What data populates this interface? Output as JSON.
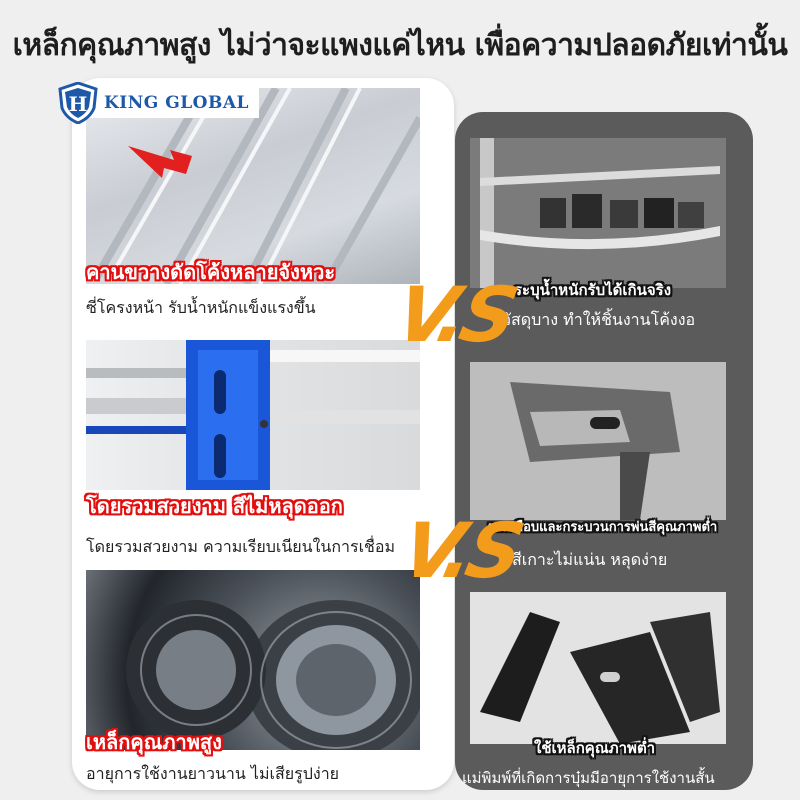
{
  "headline": "เหล็กคุณภาพสูง ไม่ว่าจะแพงแค่ไหน เพื่อความปลอดภัยเท่านั้น",
  "logo": {
    "text": "KING GLOBAL",
    "letter": "H",
    "color": "#1d59a8"
  },
  "vs_text": "V.S",
  "left_items": [
    {
      "title": "คานขวางดัดโค้งหลายจังหวะ",
      "subtitle": "ซี่โครงหน้า รับน้ำหนักแข็งแรงขึ้น"
    },
    {
      "title": "โดยรวมสวยงาม สีไม่หลุดออก",
      "subtitle": "โดยรวมสวยงาม ความเรียบเนียนในการเชื่อม"
    },
    {
      "title": "เหล็กคุณภาพสูง",
      "subtitle": "อายุการใช้งานยาวนาน ไม่เสียรูปง่าย"
    }
  ],
  "right_items": [
    {
      "title": "ระบุน้ำหนักรับได้เกินจริง",
      "subtitle": "วัสดุบาง ทำให้ชิ้นงานโค้งงอ"
    },
    {
      "title": "ผงเคลือบและกระบวนการพ่นสีคุณภาพต่ำ",
      "subtitle": "สีเกาะไม่แน่น หลุดง่าย"
    },
    {
      "title": "ใช้เหล็กคุณภาพต่ำ",
      "subtitle": "แม่พิมพ์ที่เกิดการบุ๋มมีอายุการใช้งานสั้น"
    }
  ],
  "colors": {
    "accent_red": "#e30f0f",
    "vs_orange": "#f39b1b",
    "brand_blue": "#1d59a8",
    "dark_card": "#5b5b5b"
  }
}
